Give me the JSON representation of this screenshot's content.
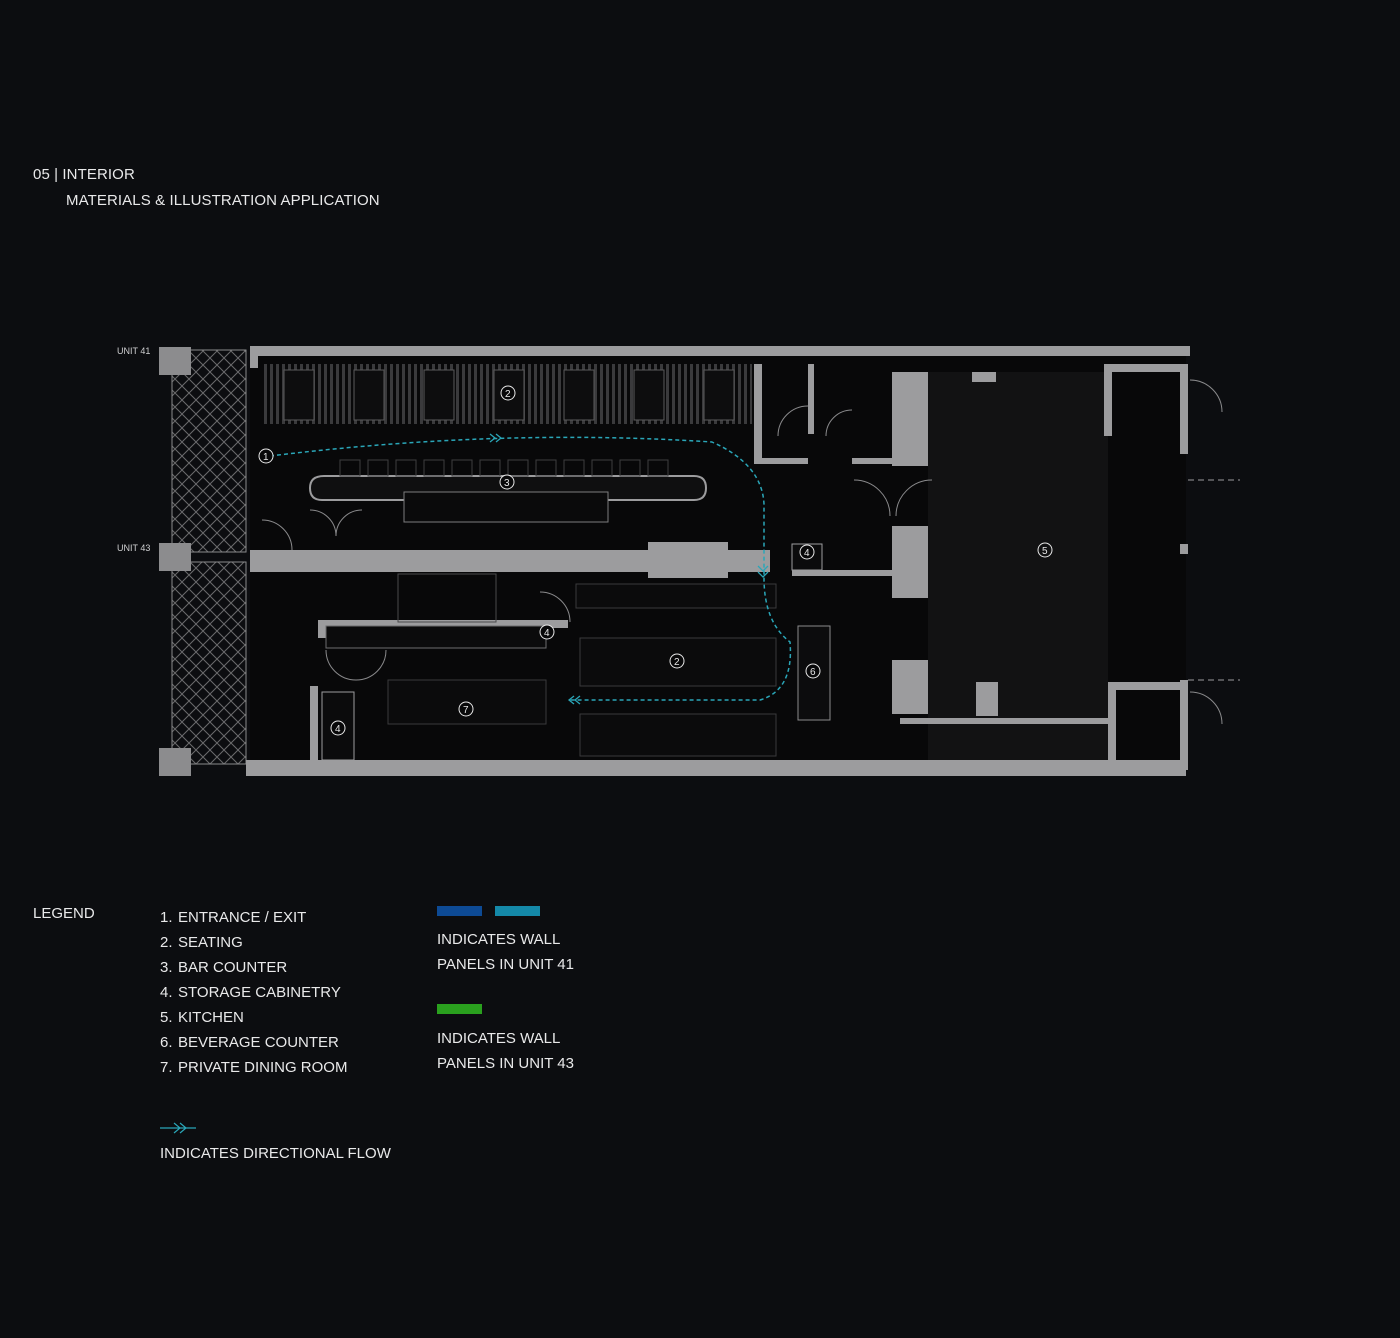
{
  "header": {
    "title": "05 | INTERIOR",
    "subtitle": "MATERIALS & ILLUSTRATION APPLICATION"
  },
  "plan": {
    "unit_labels": [
      "UNIT 41",
      "UNIT 43"
    ],
    "zone_markers": [
      "1",
      "2",
      "3",
      "4",
      "4",
      "2",
      "4",
      "5",
      "6",
      "7"
    ]
  },
  "legend": {
    "heading": "LEGEND",
    "items": [
      {
        "num": "1.",
        "label": "ENTRANCE / EXIT"
      },
      {
        "num": "2.",
        "label": "SEATING"
      },
      {
        "num": "3.",
        "label": "BAR COUNTER"
      },
      {
        "num": "4.",
        "label": "STORAGE CABINETRY"
      },
      {
        "num": "5.",
        "label": "KITCHEN"
      },
      {
        "num": "6.",
        "label": "BEVERAGE COUNTER"
      },
      {
        "num": "7.",
        "label": "PRIVATE DINING ROOM"
      }
    ],
    "unit41_note": [
      "INDICATES WALL",
      "PANELS IN UNIT 41"
    ],
    "unit43_note": [
      "INDICATES WALL",
      "PANELS IN UNIT 43"
    ],
    "flow_note": "INDICATES DIRECTIONAL FLOW"
  },
  "colors": {
    "unit41_swatch_a": "#0d4a95",
    "unit41_swatch_b": "#1488a8",
    "unit43_swatch": "#2aa01e",
    "flow_line": "#2aa6b8",
    "wall": "#9c9c9e"
  }
}
